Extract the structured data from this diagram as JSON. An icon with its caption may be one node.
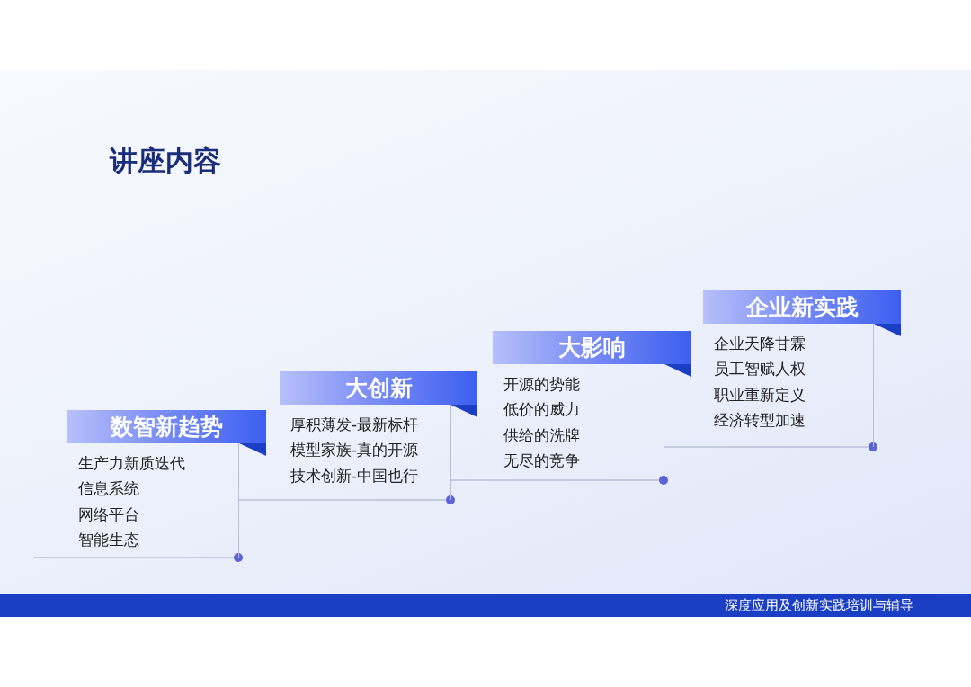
{
  "diagram": {
    "title": "讲座内容",
    "nodes": [
      {
        "text": [
          "数智新趋势",
          "生产力新质迭代",
          "信息系统",
          "网络平台",
          "智能生态"
        ]
      },
      {
        "text": [
          "大创新",
          "厚积薄发-最新标杆",
          "模型家族-真的开源",
          "技术创新-中国也行"
        ]
      },
      {
        "text": [
          "大影响",
          "开源的势能",
          "低价的威力",
          "供给的洗牌",
          "无尽的竞争"
        ]
      },
      {
        "text": [
          "企业新实践",
          "企业天降甘霖",
          "员工智赋人权",
          "职业重新定义",
          "经济转型加速"
        ]
      }
    ],
    "edges": [
      {
        "from": null,
        "to": 0,
        "arrow": "none"
      },
      {
        "from": 0,
        "to": 1,
        "arrow": "none"
      },
      {
        "from": 1,
        "to": 2,
        "arrow": "none"
      },
      {
        "from": 2,
        "to": 3,
        "arrow": "none"
      }
    ],
    "labels": [
      "深度应用及创新实践培训与辅导"
    ]
  }
}
